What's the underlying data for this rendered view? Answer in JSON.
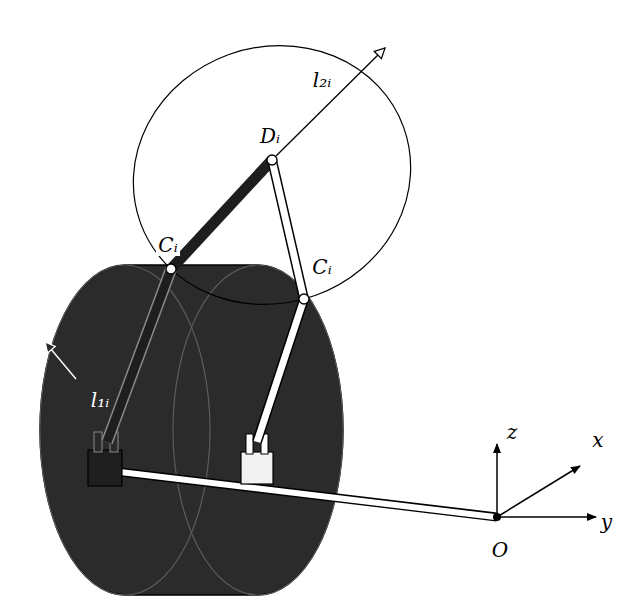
{
  "diagram": {
    "labels": [
      "l₂ᵢ",
      "Dᵢ",
      "Cᵢ",
      "Cᵢ",
      "l₁ᵢ",
      "z",
      "x",
      "y",
      "O"
    ]
  }
}
